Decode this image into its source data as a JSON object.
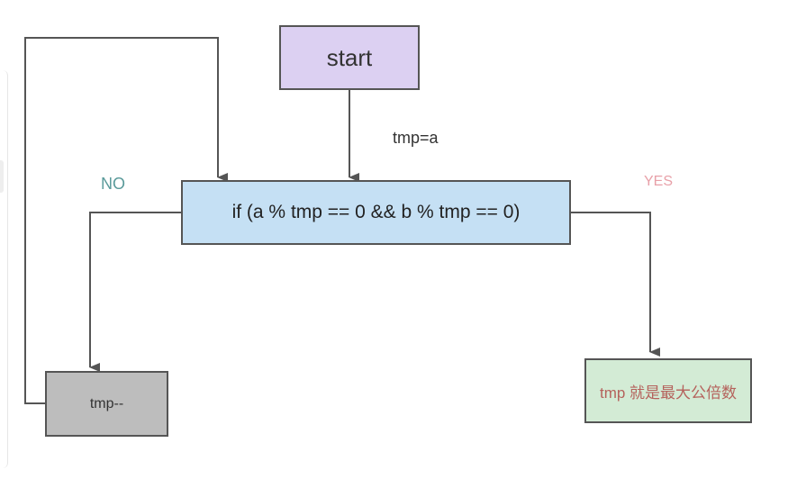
{
  "diagram": {
    "nodes": {
      "start": "start",
      "condition": "if (a % tmp == 0 && b % tmp == 0)",
      "decrement": "tmp--",
      "result": "tmp 就是最大公倍数"
    },
    "edge_labels": {
      "init": "tmp=a",
      "no": "NO",
      "yes": "YES"
    },
    "colors": {
      "start_fill": "#dcd0f2",
      "condition_fill": "#c5e0f4",
      "decrement_fill": "#bdbdbd",
      "result_fill": "#d3ebd5",
      "stroke": "#555555",
      "no_label": "#5a9a9a",
      "yes_label": "#e8a0a8",
      "result_text": "#b5625c"
    }
  }
}
